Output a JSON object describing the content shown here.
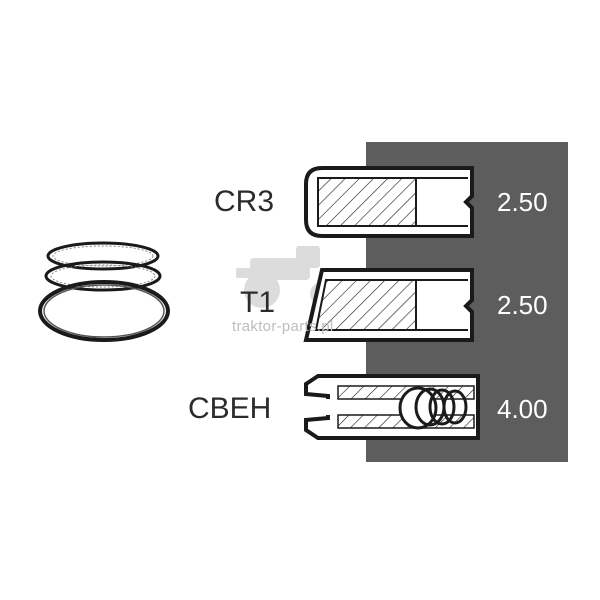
{
  "rings": [
    {
      "code": "CR3",
      "value": "2.50"
    },
    {
      "code": "T1",
      "value": "2.50"
    },
    {
      "code": "CBEH",
      "value": "4.00"
    }
  ],
  "watermark": "traktor-parts.pl",
  "colors": {
    "panel": "#5d5d5d",
    "ink": "#1a1a1a",
    "label": "#2b2b2b",
    "value_text": "#ffffff",
    "watermark": "#bdbdbd"
  },
  "icons": {
    "ring_set": "piston-ring-set-icon",
    "watermark_logo": "tractor-logo-icon"
  }
}
